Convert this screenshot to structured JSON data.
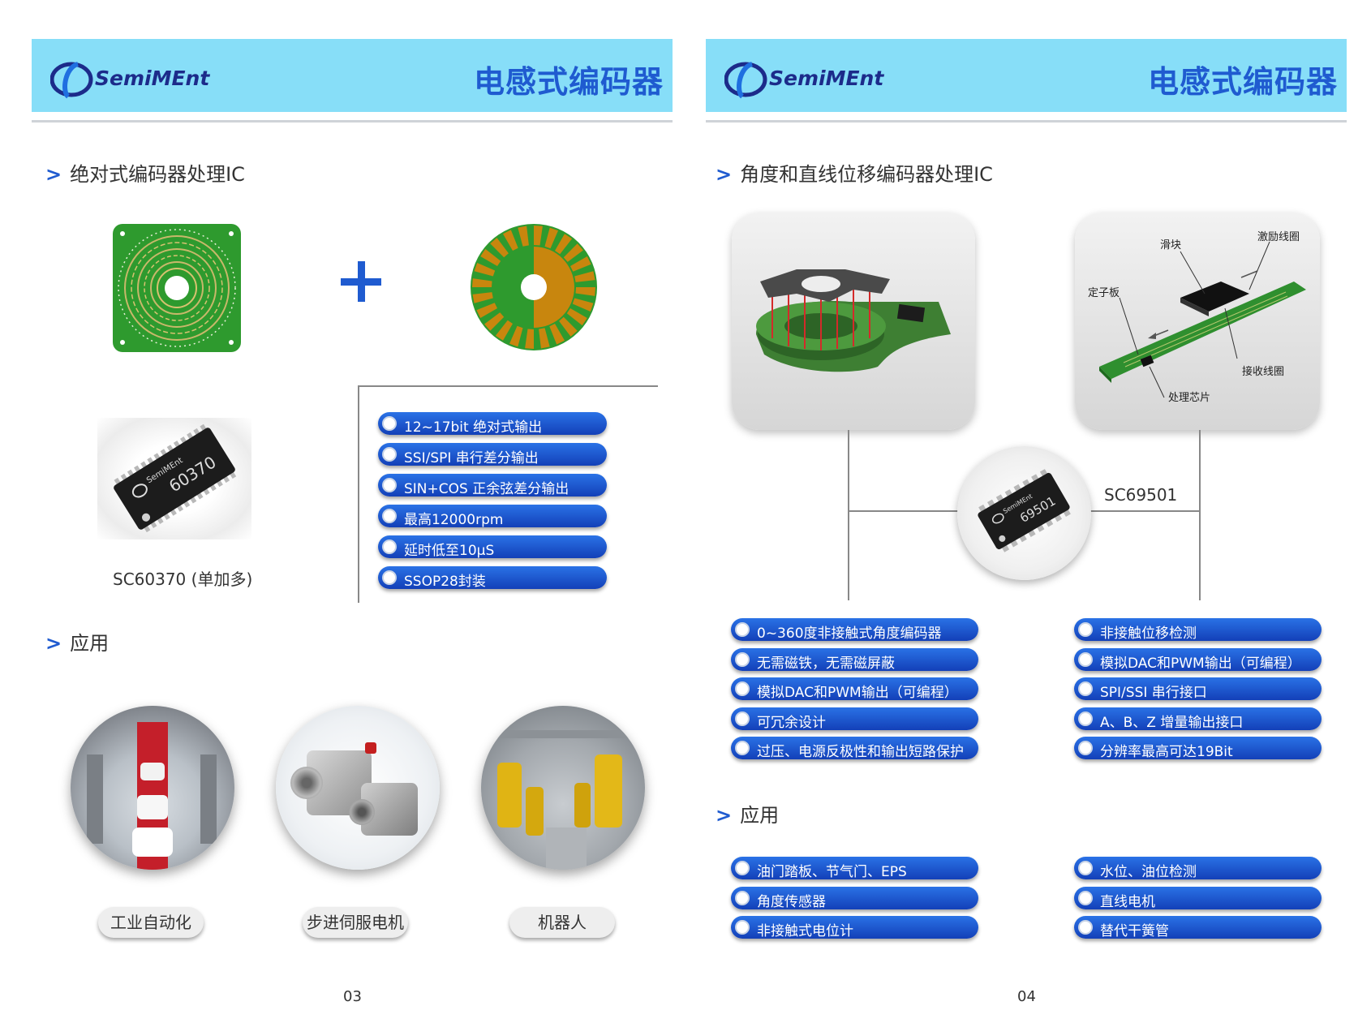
{
  "brand": {
    "logo_text": "SemiMEnt"
  },
  "header_title": "电感式编码器",
  "left_page": {
    "section_title": "绝对式编码器处理IC",
    "chip_marking": "60370",
    "chip_brand": "SemiMEnt",
    "chip_caption": "SC60370 (单加多)",
    "features": [
      "12~17bit 绝对式输出",
      "SSI/SPI 串行差分输出",
      "SIN+COS 正余弦差分输出",
      "最高12000rpm",
      "延时低至10μS",
      "SSOP28封装"
    ],
    "app_section_title": "应用",
    "applications": [
      "工业自动化",
      "步进伺服电机",
      "机器人"
    ],
    "page_number": "03"
  },
  "right_page": {
    "section_title": "角度和直线位移编码器处理IC",
    "linear_annotations": {
      "slider": "滑块",
      "excitation_coil": "激励线圈",
      "stator": "定子板",
      "receive_coil": "接收线圈",
      "chip": "处理芯片"
    },
    "chip_marking": "69501",
    "chip_brand": "SemiMEnt",
    "chip_caption": "SC69501",
    "features_left": [
      "0~360度非接触式角度编码器",
      "无需磁铁，无需磁屏蔽",
      "模拟DAC和PWM输出（可编程）",
      "可冗余设计",
      "过压、电源反极性和输出短路保护"
    ],
    "features_right": [
      "非接触位移检测",
      "模拟DAC和PWM输出（可编程）",
      "SPI/SSI 串行接口",
      "A、B、Z 增量输出接口",
      "分辨率最高可达19Bit"
    ],
    "app_section_title": "应用",
    "applications_left": [
      "油门踏板、节气门、EPS",
      "角度传感器",
      "非接触式电位计"
    ],
    "applications_right": [
      "水位、油位检测",
      "直线电机",
      "替代干簧管"
    ],
    "page_number": "04"
  },
  "colors": {
    "band": "#87def8",
    "title": "#1f5bd0",
    "pill": "#1a52c8",
    "pcb_green": "#2e9a2e",
    "copper": "#c8860e"
  }
}
